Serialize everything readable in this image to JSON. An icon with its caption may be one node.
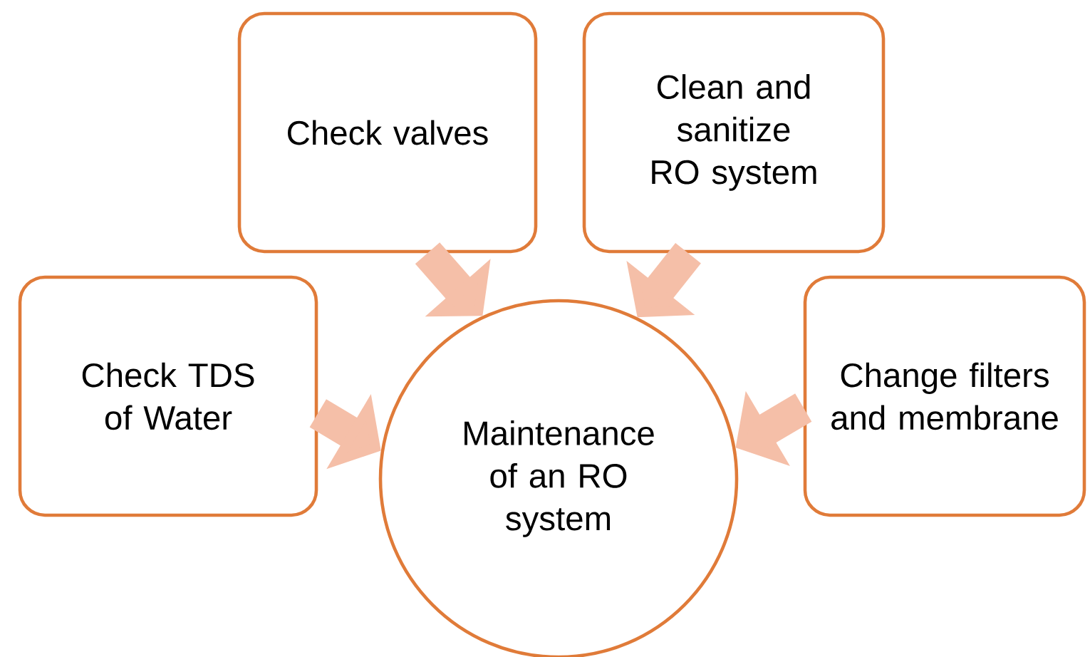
{
  "diagram": {
    "nodes": [
      {
        "text": [
          "Check valves"
        ]
      },
      {
        "text": [
          "Clean and sanitize RO system"
        ]
      },
      {
        "text": [
          "Check TDS of Water"
        ]
      },
      {
        "text": [
          "Change filters and membrane"
        ]
      },
      {
        "text": [
          "Maintenance of an RO system"
        ]
      }
    ],
    "edges": [
      {
        "from": 0,
        "to": 4,
        "arrow": "to"
      },
      {
        "from": 1,
        "to": 4,
        "arrow": "to"
      },
      {
        "from": 2,
        "to": 4,
        "arrow": "to"
      },
      {
        "from": 3,
        "to": 4,
        "arrow": "to"
      }
    ]
  }
}
